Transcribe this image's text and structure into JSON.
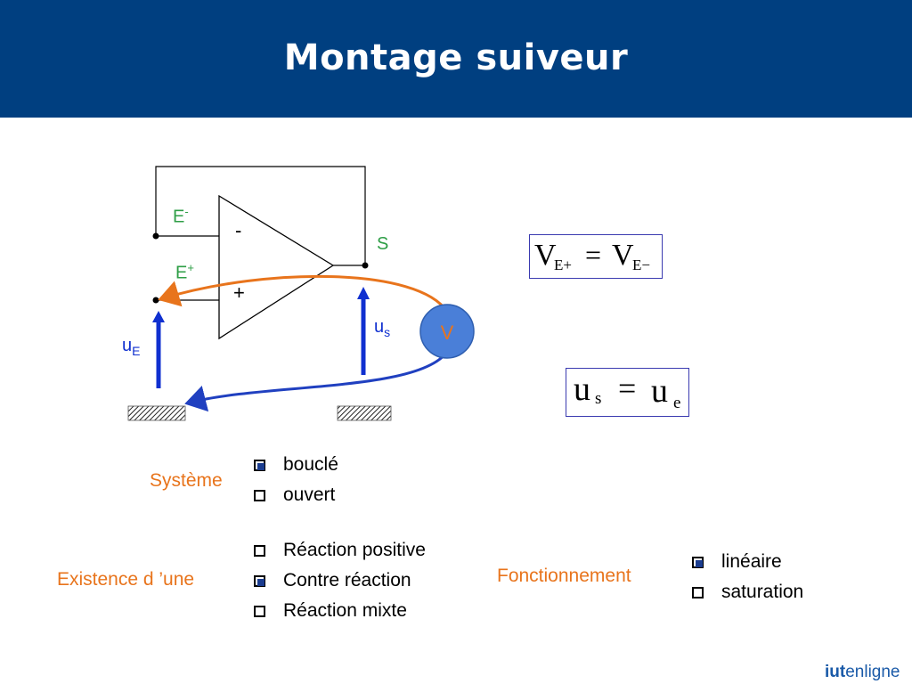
{
  "header": {
    "title": "Montage suiveur"
  },
  "circuit": {
    "labels": {
      "e_minus": "E",
      "e_minus_sup": "-",
      "e_plus": "E",
      "e_plus_sup": "+",
      "minus_sign": "-",
      "plus_sign": "+",
      "output": "S",
      "u_e": "u",
      "u_e_sub": "E",
      "u_s": "u",
      "u_s_sub": "s",
      "voltmeter": "V"
    },
    "colors": {
      "green_labels": "#2e9e46",
      "orange": "#e8741c",
      "blue": "#2040c0",
      "arrow_blue": "#1030d0",
      "voltmeter_fill": "#4a7fd8"
    }
  },
  "formulas": {
    "f1": {
      "left": "V",
      "left_sub": "E+",
      "op": "=",
      "right": "V",
      "right_sub": "E−"
    },
    "f2": {
      "left": "u",
      "left_sub": "s",
      "op": "=",
      "right": "u",
      "right_sub": "e"
    }
  },
  "systeme": {
    "label": "Système",
    "options": [
      {
        "text": "bouclé",
        "checked": true
      },
      {
        "text": "ouvert",
        "checked": false
      }
    ]
  },
  "existence": {
    "label": "Existence d ’une",
    "options": [
      {
        "text": "Réaction positive",
        "checked": false
      },
      {
        "text": "Contre réaction",
        "checked": true
      },
      {
        "text": "Réaction mixte",
        "checked": false
      }
    ]
  },
  "fonctionnement": {
    "label": "Fonctionnement",
    "options": [
      {
        "text": "linéaire",
        "checked": true
      },
      {
        "text": "saturation",
        "checked": false
      }
    ]
  },
  "logo": {
    "part1": "iut",
    "part2": "enligne"
  }
}
